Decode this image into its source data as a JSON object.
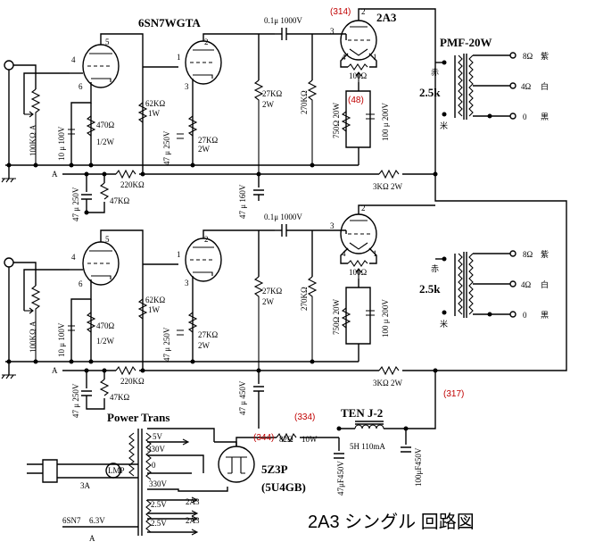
{
  "title": "2A3 シングル 回路図",
  "labels": {
    "driver_tube": "6SN7WGTA",
    "output_tube": "2A3",
    "output_transformer": "PMF-20W",
    "junction": "A",
    "power_trans": "Power Trans",
    "rectifier": "5Z3P",
    "rectifier_alt": "(5U4GB)",
    "choke": "TEN J-2"
  },
  "notes": {
    "v314": "(314)",
    "v48": "(48)",
    "v317": "(317)",
    "v334": "(334)",
    "v344": "(344)"
  },
  "pins": {
    "p1": "1",
    "p2": "2",
    "p3": "3",
    "p4": "4",
    "p5": "5",
    "p6": "6"
  },
  "components": {
    "pot": "100KΩ A",
    "c_100u_100v": "10 μ 100V",
    "r470": "470Ω",
    "w_half": "1/2W",
    "r62k": "62KΩ",
    "w1": "1W",
    "c_47u_250v": "47 μ 250V",
    "r27k": "27KΩ",
    "w2": "2W",
    "c_coupling": "0.1μ 1000V",
    "r270k": "270KΩ",
    "r100": "100Ω",
    "r750": "750Ω 20W",
    "c_100u_200v": "100 μ 200V",
    "r220k": "220KΩ",
    "r47k": "47KΩ",
    "c_47u_160v": "47 μ 160V",
    "c_47u_450v": "47 μ 450V",
    "r3k": "3KΩ 2W"
  },
  "ot": {
    "red": "赤",
    "rice": "米",
    "impedance": "2.5k",
    "tap8": "8Ω",
    "tap4": "4Ω",
    "tap0": "0",
    "color8": "紫",
    "color4": "白",
    "color0": "黒"
  },
  "ps": {
    "v5": "5V",
    "v330": "330V",
    "v0": "0",
    "v25": "2.5V",
    "a3": "2A3",
    "r82": "82Ω",
    "w10": "10W",
    "choke_spec": "5H 110mA",
    "c_47u_450": "47μF450V",
    "c_100u_450": "100μF450V",
    "lamp": "LMP",
    "fuse": "3A",
    "heater": "6SN7",
    "v63": "6.3V"
  }
}
